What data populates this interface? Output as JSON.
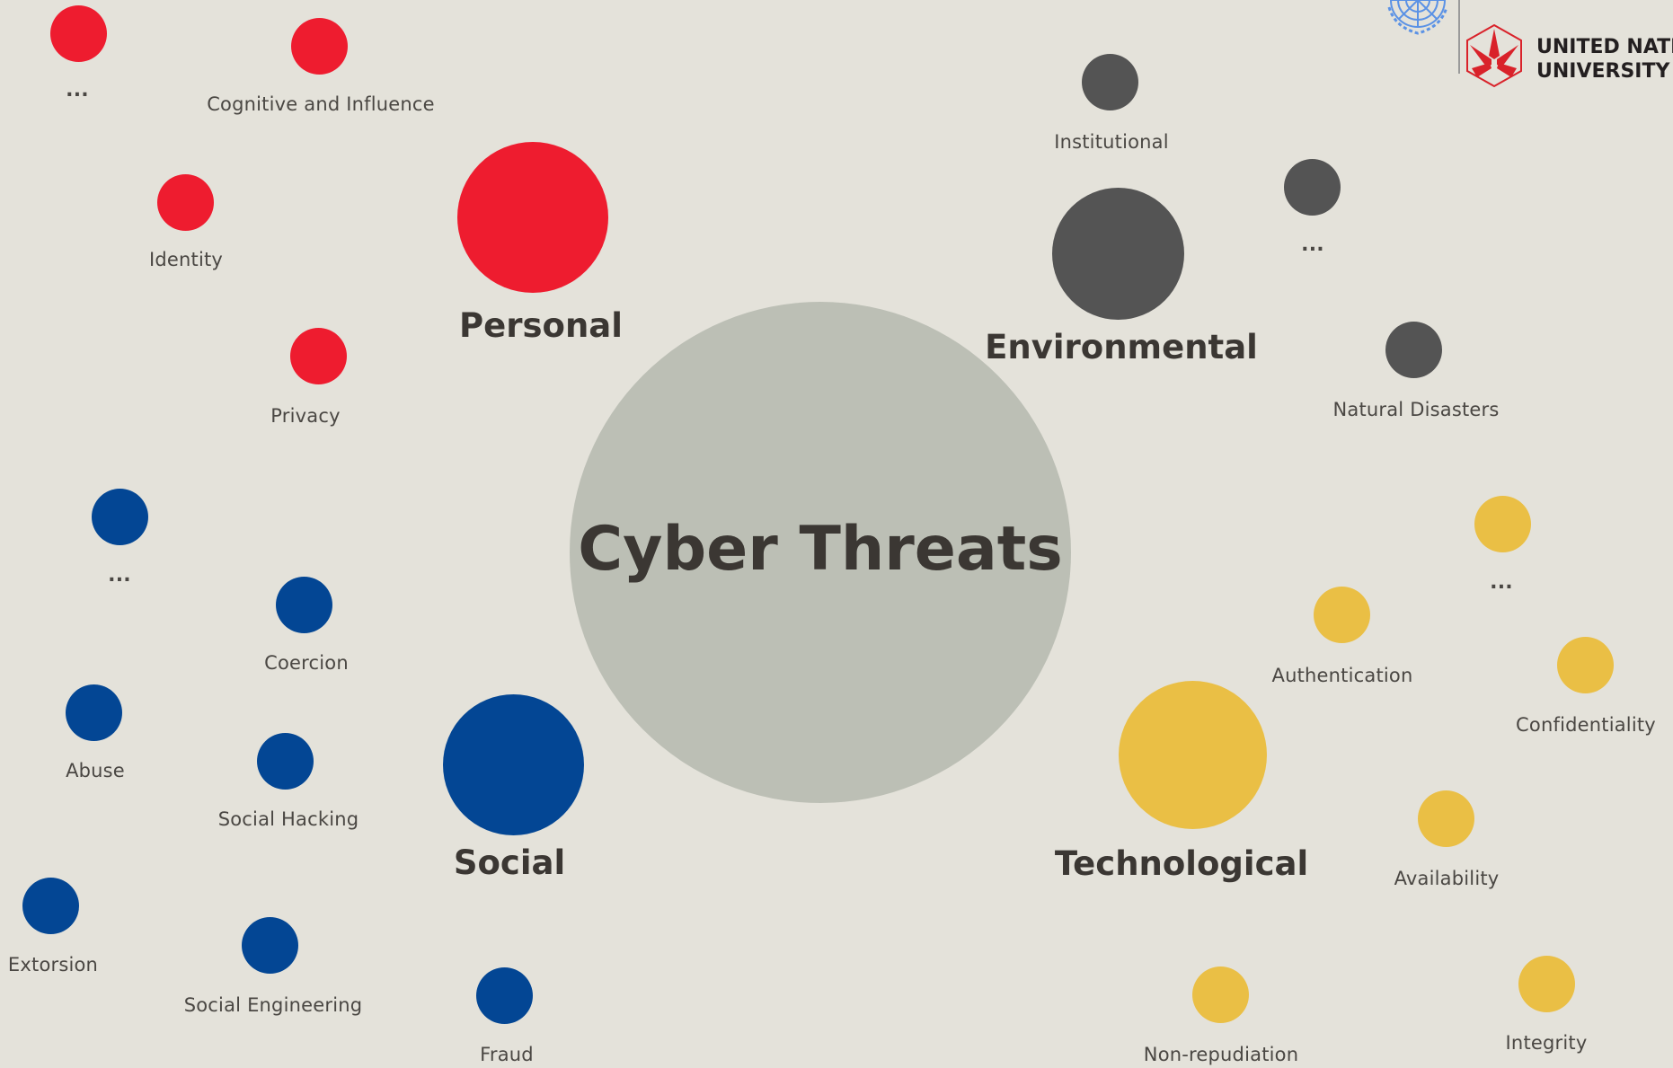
{
  "center": {
    "title": "Cyber Threats"
  },
  "categories": {
    "personal": {
      "label": "Personal",
      "color": "#ee1c2f"
    },
    "environmental": {
      "label": "Environmental",
      "color": "#545454"
    },
    "social": {
      "label": "Social",
      "color": "#034694"
    },
    "technological": {
      "label": "Technological",
      "color": "#eabf45"
    }
  },
  "items": {
    "personal": [
      "...",
      "Cognitive and Influence",
      "Identity",
      "Privacy"
    ],
    "environmental": [
      "Institutional",
      "...",
      "Natural Disasters"
    ],
    "social": [
      "...",
      "Coercion",
      "Abuse",
      "Social Hacking",
      "Extorsion",
      "Social Engineering",
      "Fraud"
    ],
    "technological": [
      "...",
      "Authentication",
      "Confidentiality",
      "Availability",
      "Non-repudiation",
      "Integrity"
    ]
  },
  "logo": {
    "line1": "UNITED NATIONS",
    "line2": "UNIVERSITY",
    "emblem_icon": "un-emblem-icon",
    "mark_icon": "unu-cube-icon",
    "un_blue": "#5b92e5",
    "unu_red": "#d9222a"
  }
}
